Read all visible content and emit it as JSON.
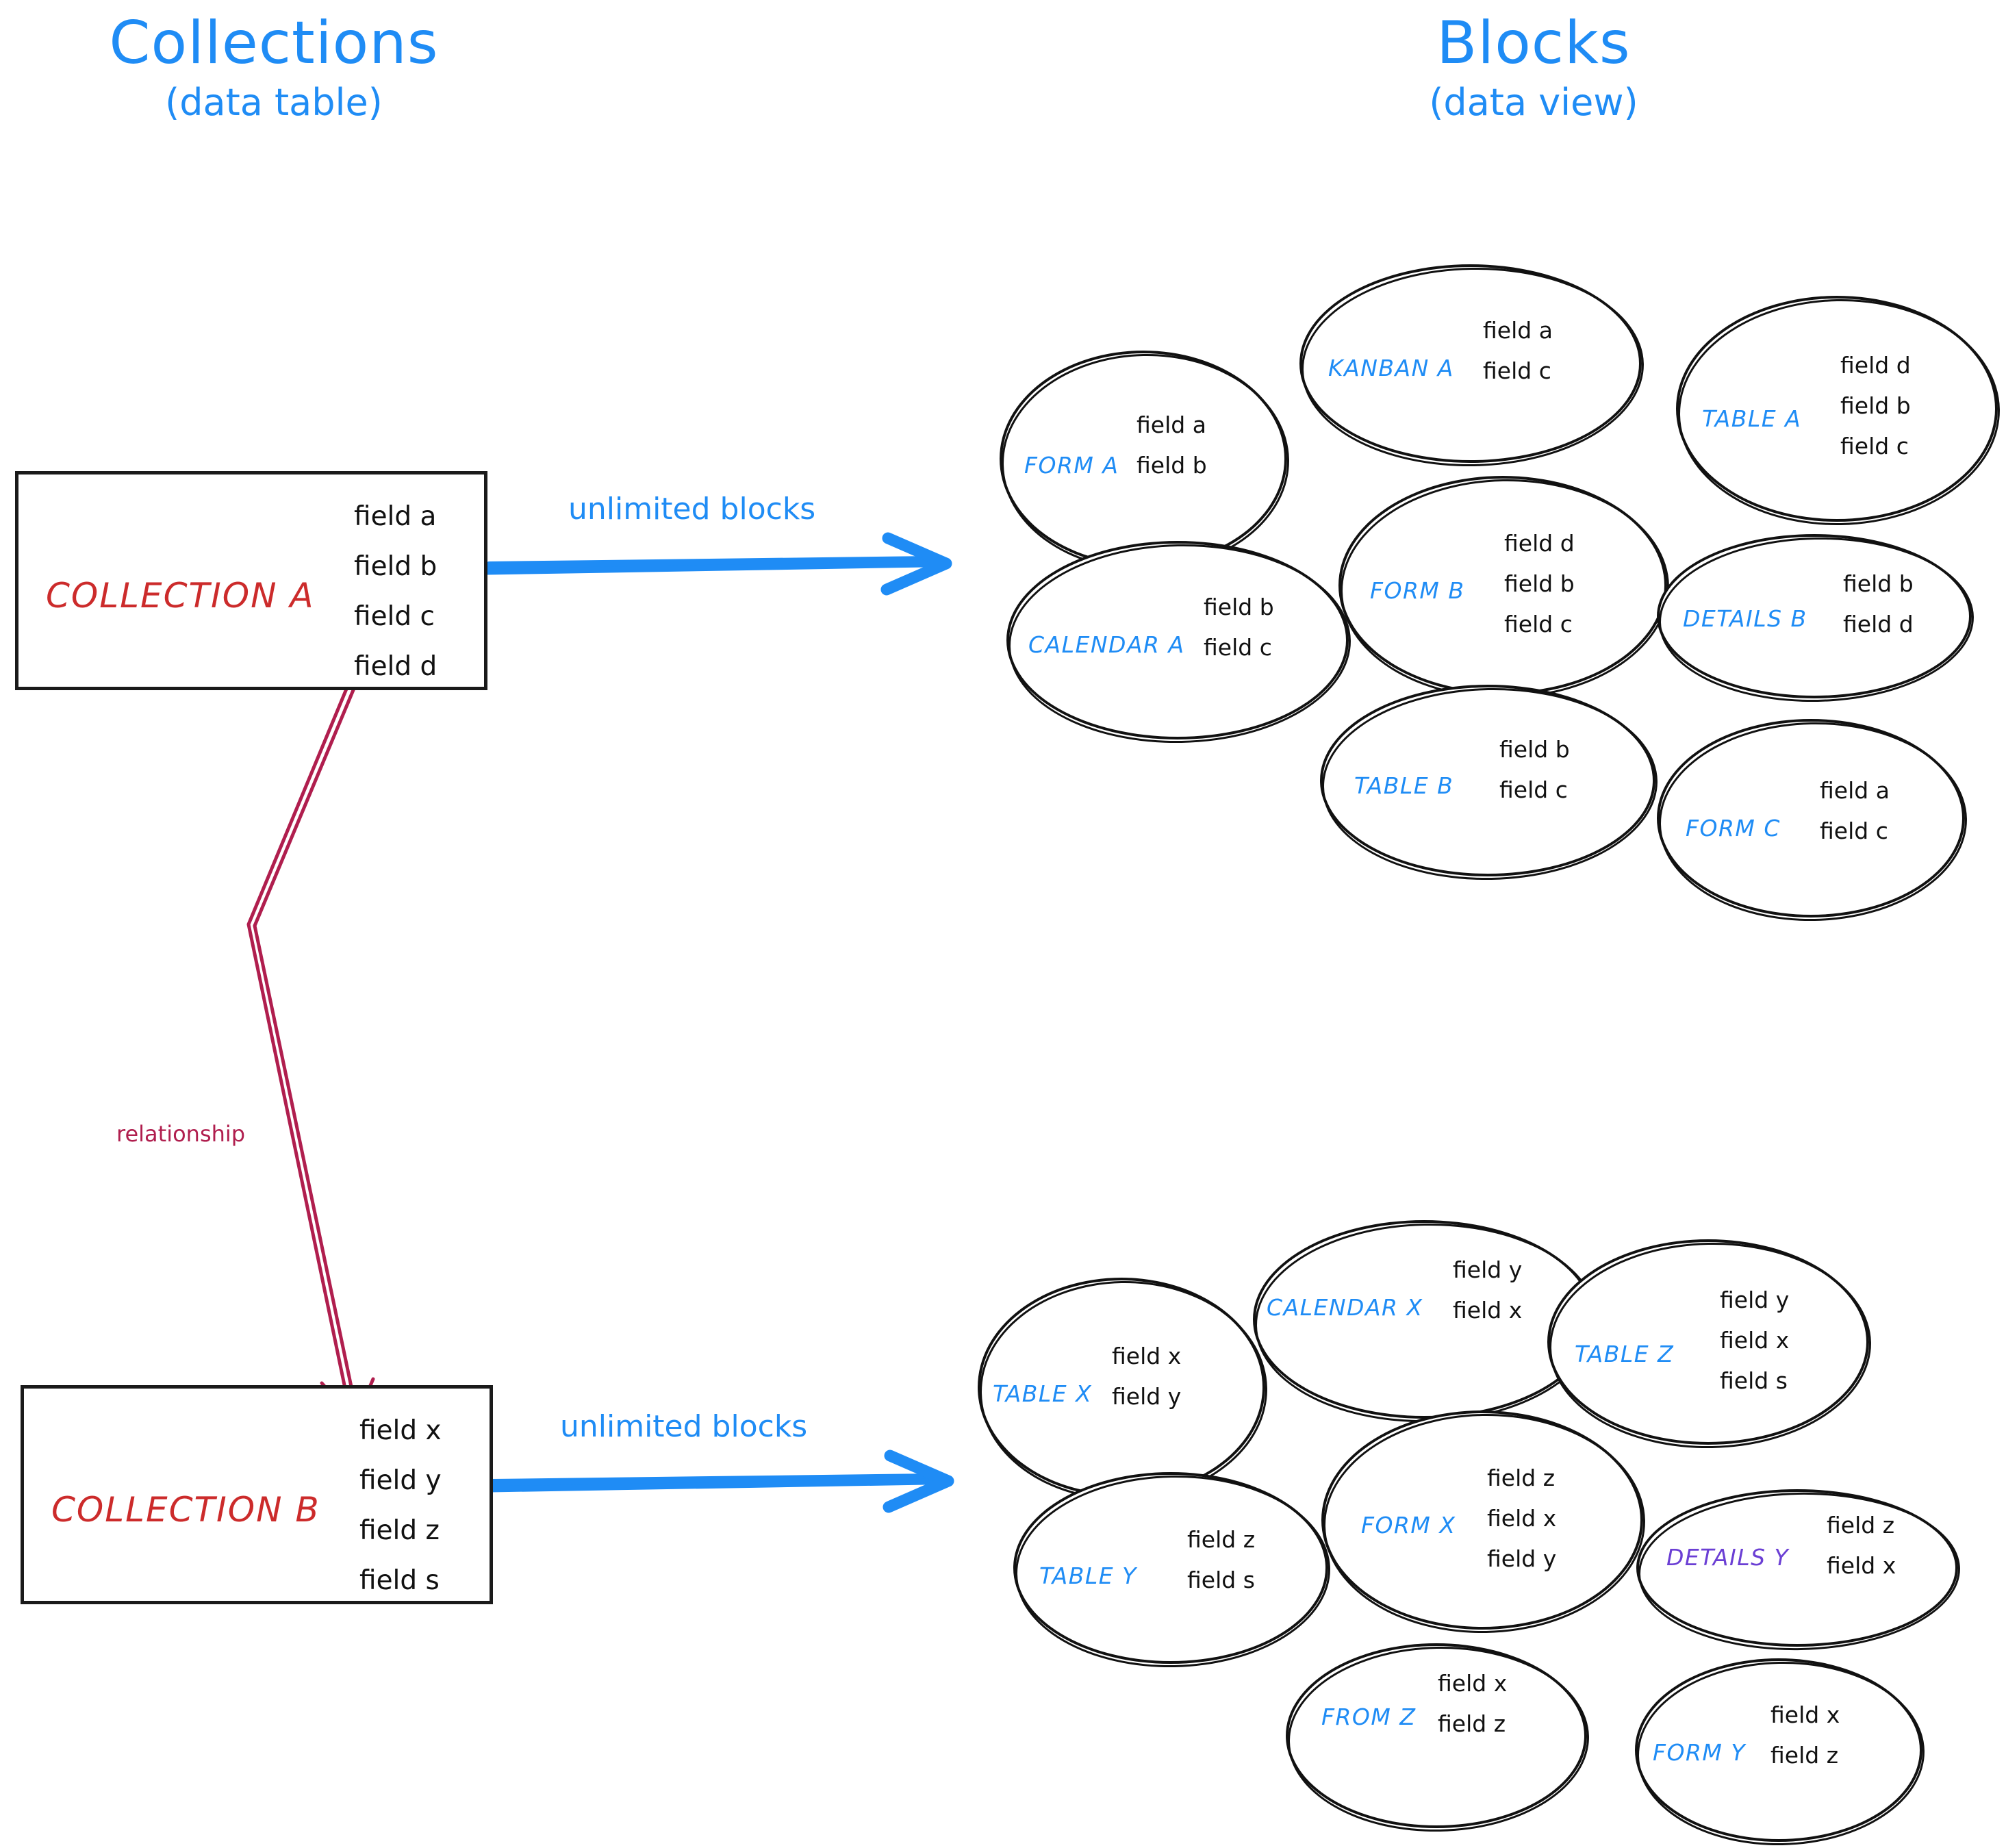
{
  "headings": {
    "left": {
      "main": "Collections",
      "sub": "(data table)"
    },
    "right": {
      "main": "Blocks",
      "sub": "(data view)"
    }
  },
  "colors": {
    "accent_blue": "#1f8cf5",
    "collection_red": "#cc2b2b",
    "relationship_crimson": "#b01e4e",
    "details_purple": "#6b3fd4",
    "stroke_black": "#111111",
    "background": "#ffffff"
  },
  "collections": [
    {
      "id": "collection-a",
      "name": "COLLECTION A",
      "fields": [
        "field a",
        "field b",
        "field c",
        "field d"
      ]
    },
    {
      "id": "collection-b",
      "name": "COLLECTION B",
      "fields": [
        "field x",
        "field y",
        "field z",
        "field s"
      ]
    }
  ],
  "arrows": [
    {
      "id": "arrow-a",
      "label": "unlimited blocks"
    },
    {
      "id": "arrow-b",
      "label": "unlimited blocks"
    }
  ],
  "relationship": {
    "label": "relationship"
  },
  "block_groups": [
    {
      "id": "blocks-a",
      "source": "COLLECTION A",
      "blocks": [
        {
          "id": "form-a",
          "label": "FORM A",
          "color": "blue",
          "fields": [
            "field a",
            "field b"
          ]
        },
        {
          "id": "kanban-a",
          "label": "KANBAN A",
          "color": "blue",
          "fields": [
            "field a",
            "field c"
          ]
        },
        {
          "id": "table-a",
          "label": "TABLE A",
          "color": "blue",
          "fields": [
            "field d",
            "field b",
            "field c"
          ]
        },
        {
          "id": "calendar-a",
          "label": "CALENDAR A",
          "color": "blue",
          "fields": [
            "field b",
            "field c"
          ]
        },
        {
          "id": "form-b",
          "label": "FORM B",
          "color": "blue",
          "fields": [
            "field d",
            "field b",
            "field c"
          ]
        },
        {
          "id": "details-b",
          "label": "DETAILS B",
          "color": "blue",
          "fields": [
            "field b",
            "field d"
          ]
        },
        {
          "id": "table-b",
          "label": "TABLE B",
          "color": "blue",
          "fields": [
            "field b",
            "field c"
          ]
        },
        {
          "id": "form-c",
          "label": "FORM C",
          "color": "blue",
          "fields": [
            "field a",
            "field c"
          ]
        }
      ]
    },
    {
      "id": "blocks-b",
      "source": "COLLECTION B",
      "blocks": [
        {
          "id": "table-x",
          "label": "TABLE X",
          "color": "blue",
          "fields": [
            "field x",
            "field y"
          ]
        },
        {
          "id": "calendar-x",
          "label": "CALENDAR X",
          "color": "blue",
          "fields": [
            "field y",
            "field x"
          ]
        },
        {
          "id": "table-z",
          "label": "TABLE Z",
          "color": "blue",
          "fields": [
            "field y",
            "field x",
            "field s"
          ]
        },
        {
          "id": "table-y",
          "label": "TABLE Y",
          "color": "blue",
          "fields": [
            "field z",
            "field s"
          ]
        },
        {
          "id": "form-x",
          "label": "FORM X",
          "color": "blue",
          "fields": [
            "field z",
            "field x",
            "field y"
          ]
        },
        {
          "id": "details-y",
          "label": "DETAILS Y",
          "color": "purple",
          "fields": [
            "field z",
            "field x"
          ]
        },
        {
          "id": "from-z",
          "label": "FROM Z",
          "color": "blue",
          "fields": [
            "field x",
            "field z"
          ]
        },
        {
          "id": "form-y",
          "label": "FORM Y",
          "color": "blue",
          "fields": [
            "field x",
            "field z"
          ]
        }
      ]
    }
  ]
}
